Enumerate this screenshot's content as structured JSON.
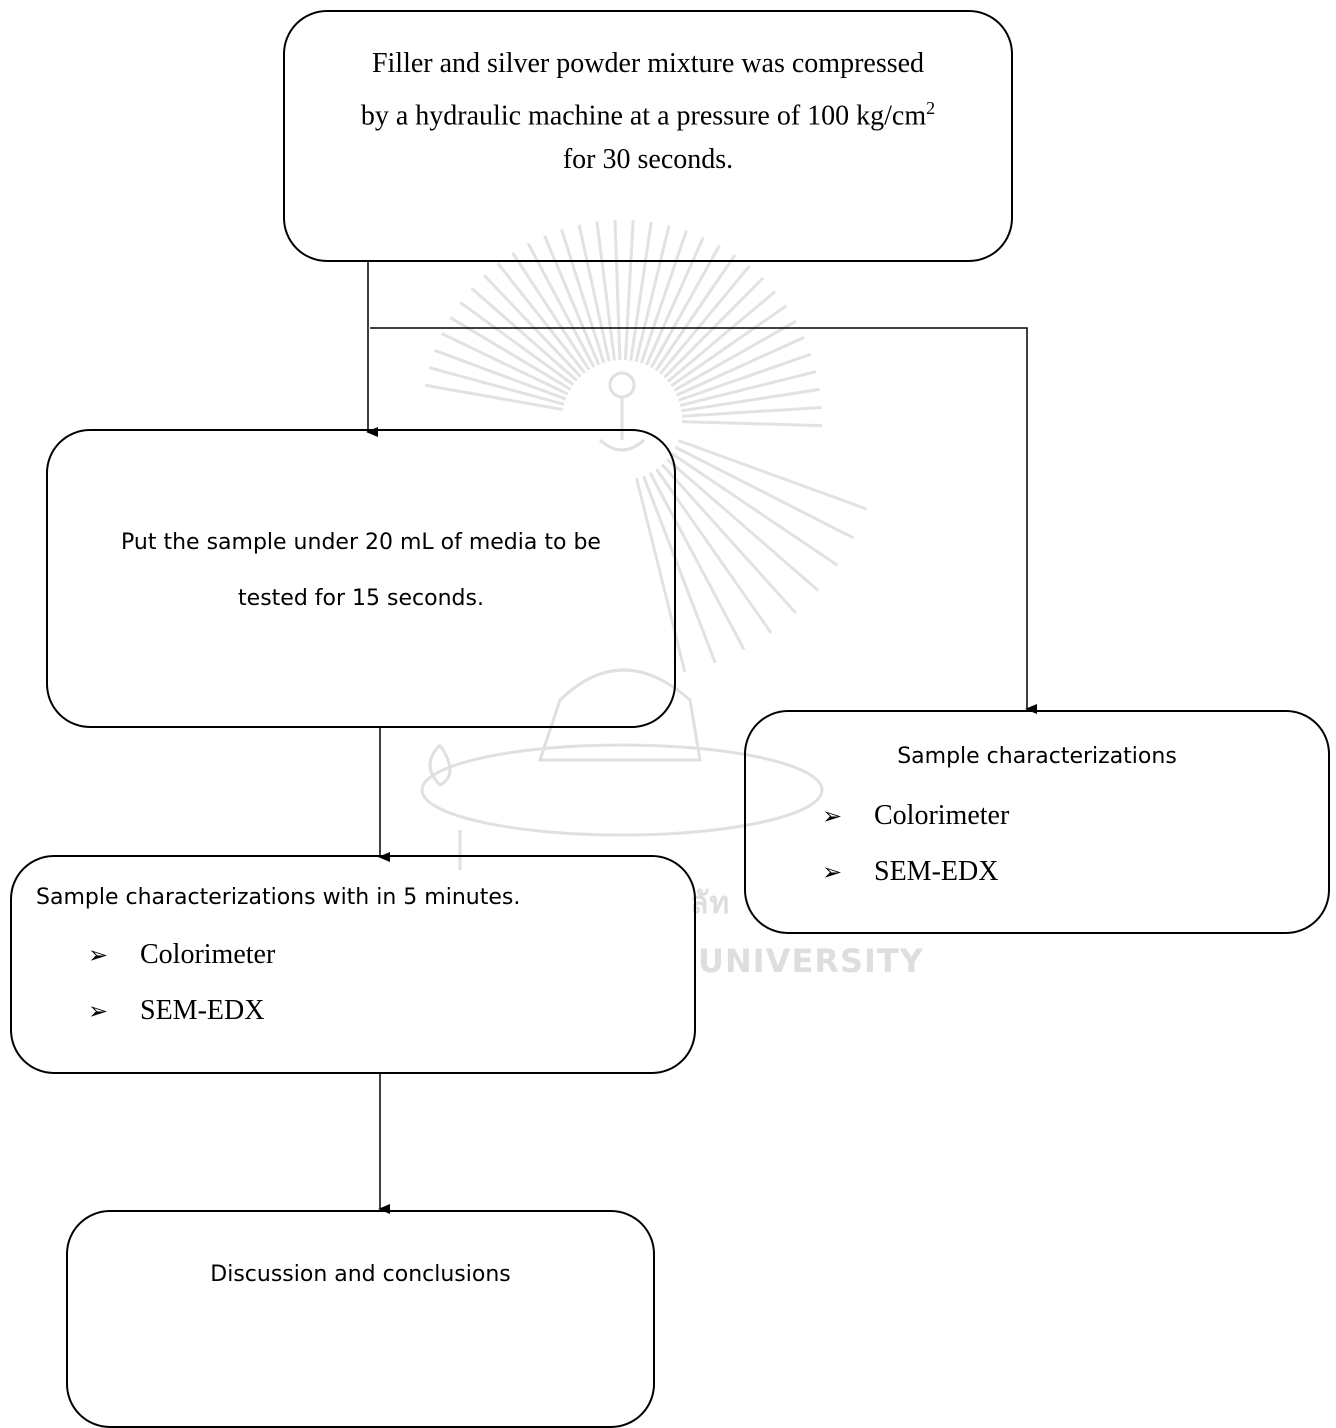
{
  "nodes": {
    "compression": {
      "line1": "Filler and silver powder mixture was compressed",
      "line2_pre": "by a hydraulic machine at a pressure of 100 kg/cm",
      "line2_sup": "2",
      "line3": "for 30 seconds."
    },
    "immersion": {
      "line1": "Put the sample under 20 mL of media to be",
      "line2": "tested for 15 seconds."
    },
    "char_timed": {
      "title": "Sample characterizations with in 5 minutes.",
      "items": [
        "Colorimeter",
        "SEM-EDX"
      ]
    },
    "char_direct": {
      "title": "Sample characterizations",
      "items": [
        "Colorimeter",
        "SEM-EDX"
      ]
    },
    "conclusion": {
      "label": "Discussion and conclusions"
    }
  },
  "bullet_glyph": "➢",
  "watermark": {
    "fragment1": "ลัท",
    "fragment2": "UNIVERSITY"
  }
}
